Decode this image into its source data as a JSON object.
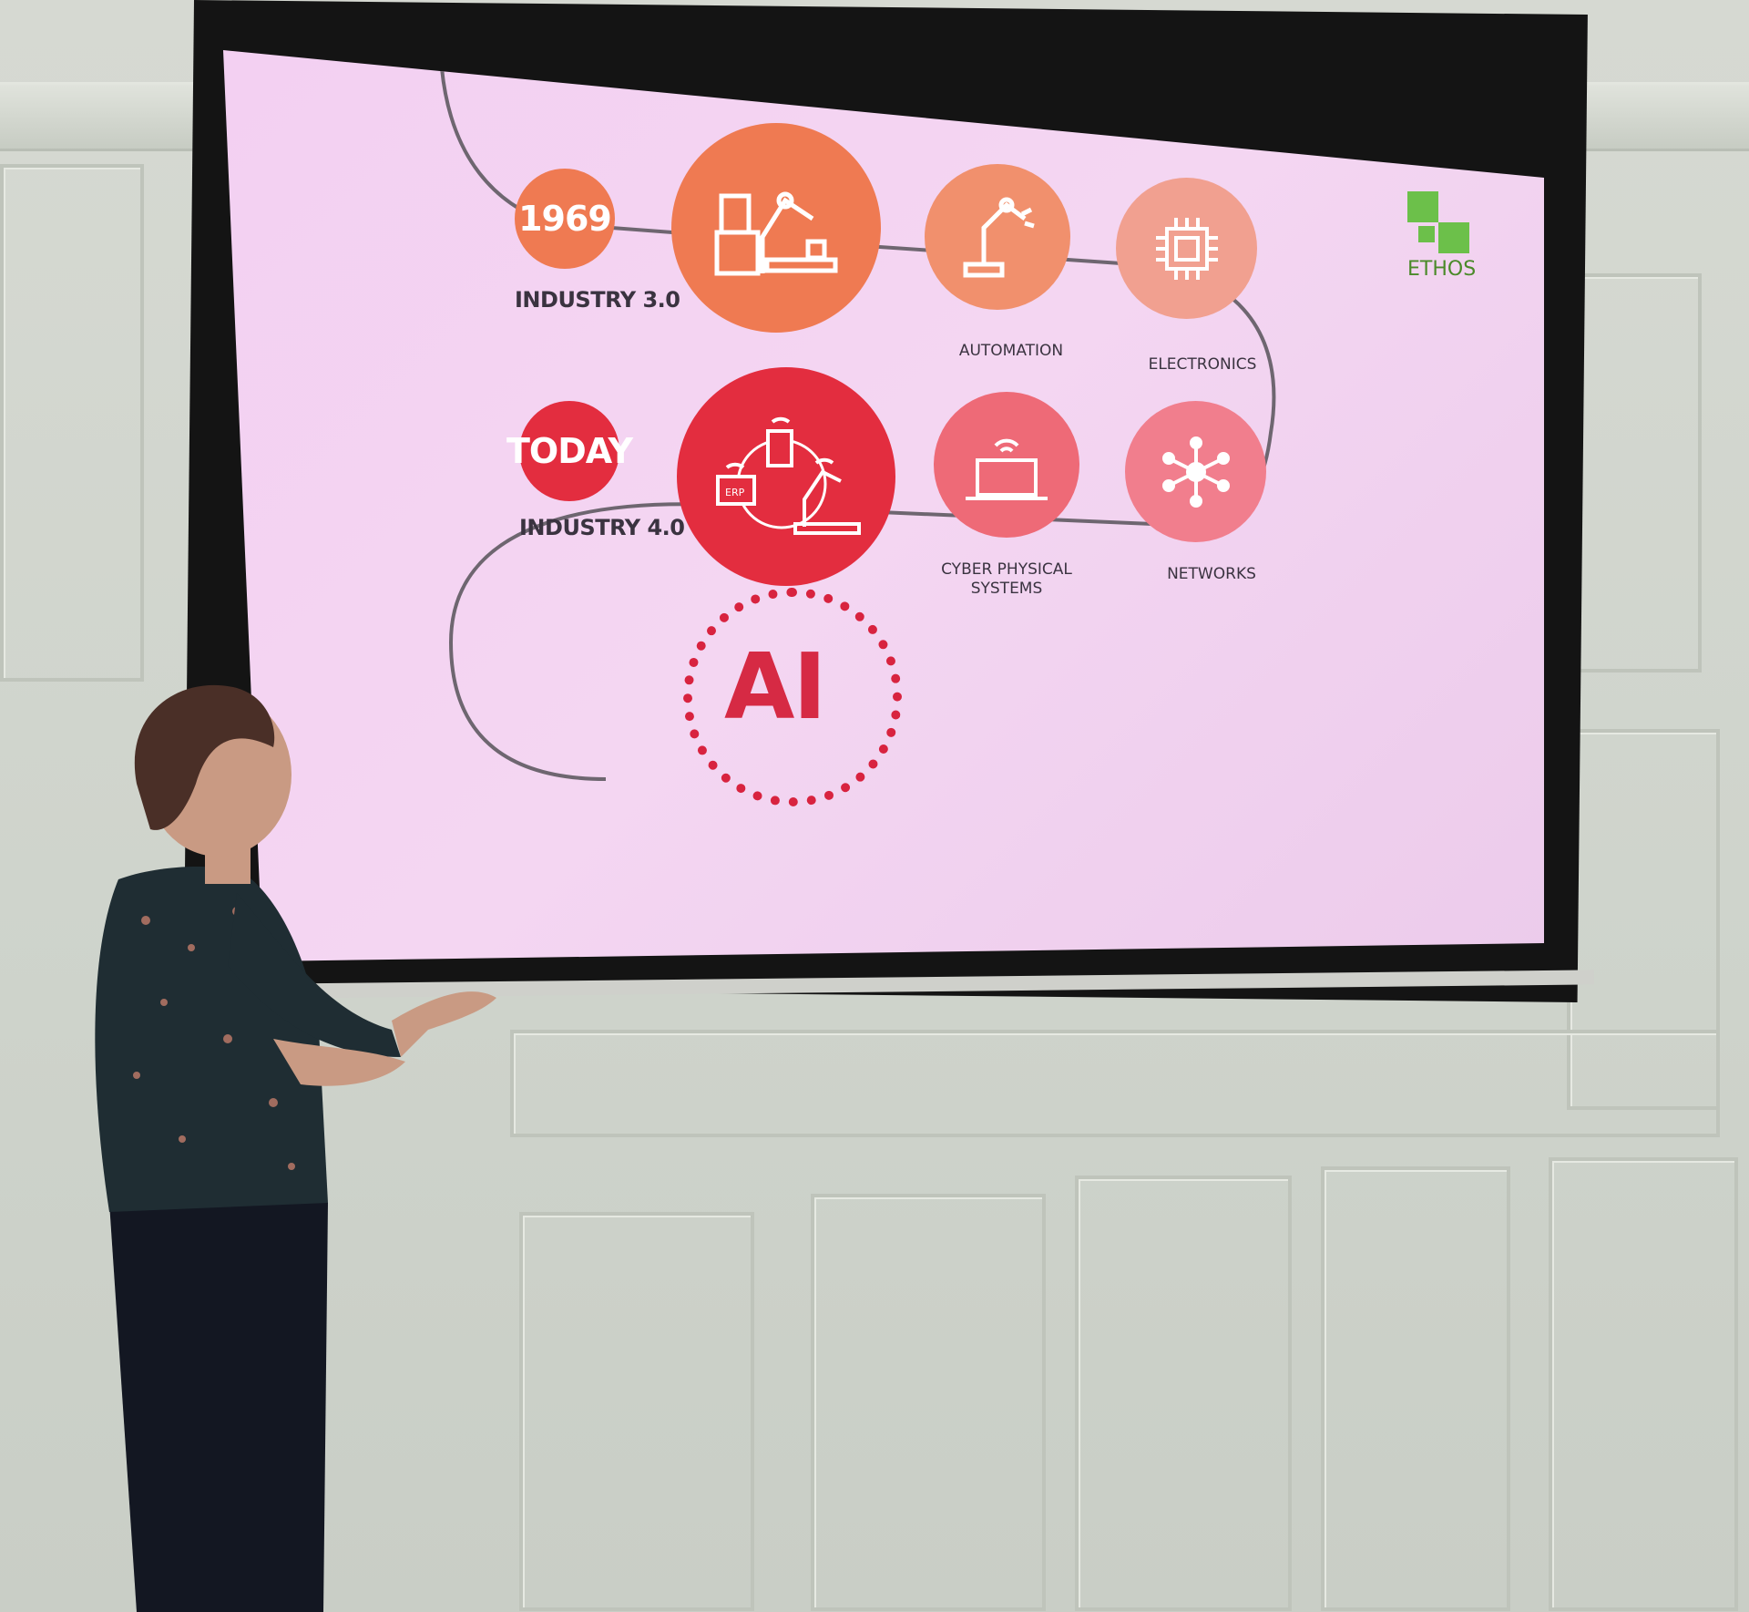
{
  "slide": {
    "logo_text": "ETHOS",
    "industry3": {
      "year": "1969",
      "label": "INDUSTRY 3.0"
    },
    "industry4": {
      "year": "TODAY",
      "label": "INDUSTRY 4.0"
    },
    "automation": "AUTOMATION",
    "electronics": "ELECTRONICS",
    "cps_line1": "CYBER PHYSICAL",
    "cps_line2": "SYSTEMS",
    "networks": "NETWORKS",
    "erp": "ERP",
    "ai": "AI"
  },
  "colors": {
    "slide_bg": "#f3d0f2",
    "orange": "#ef7a52",
    "orange_light": "#f1906d",
    "salmon": "#f1a090",
    "red": "#e32d3f",
    "pink_red": "#ee6a77",
    "pink": "#f17e8d",
    "ai_red": "#d8233f",
    "logo_green": "#6cc04a"
  }
}
